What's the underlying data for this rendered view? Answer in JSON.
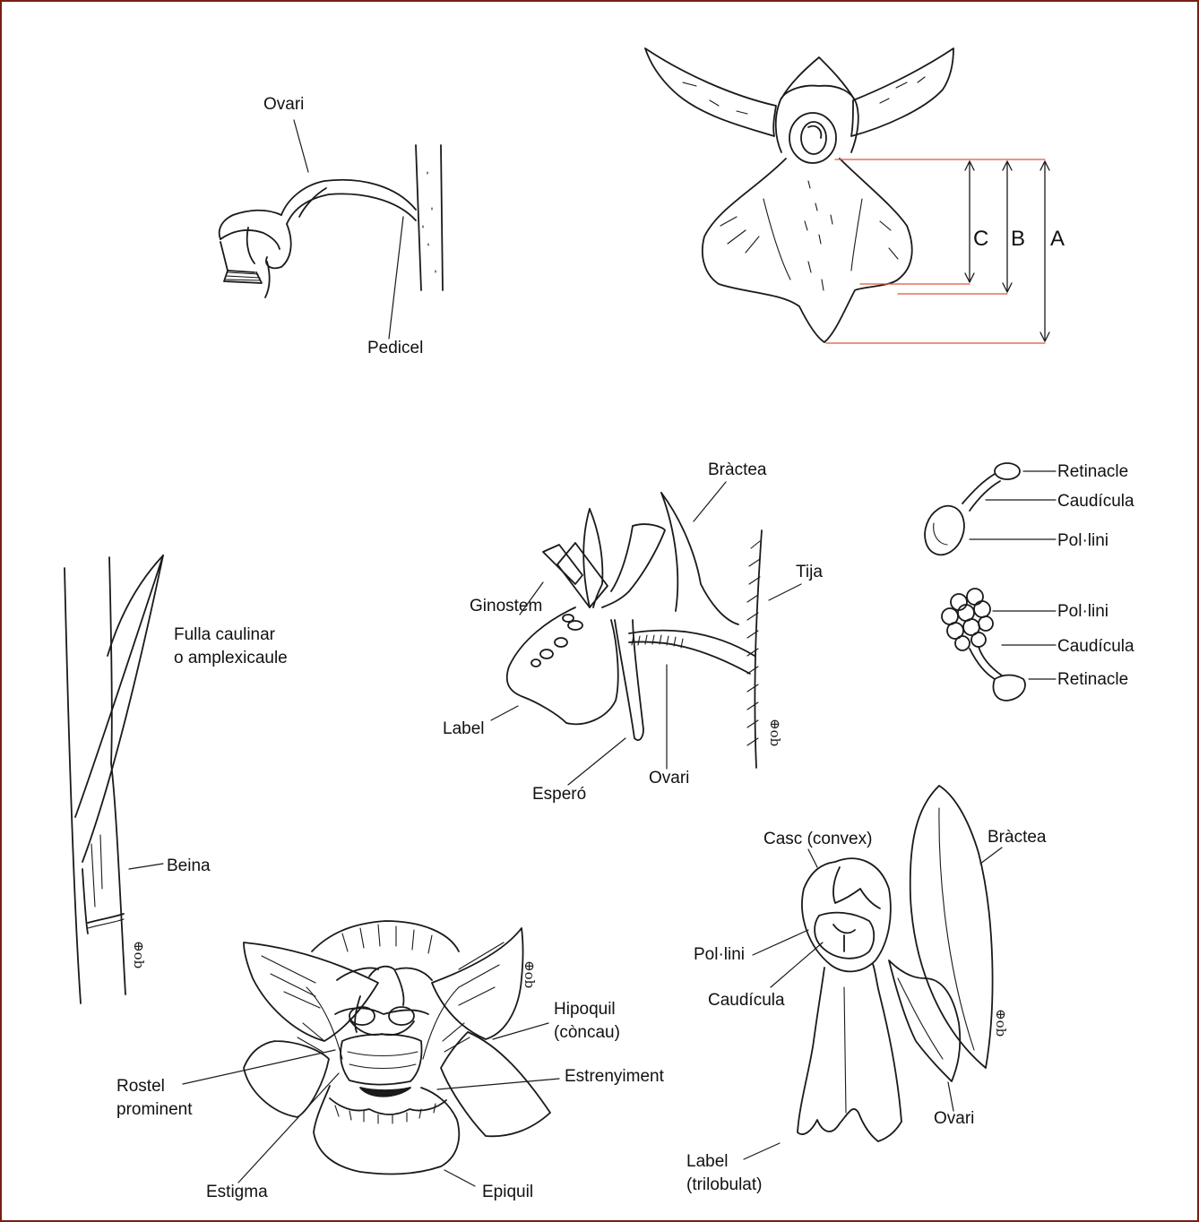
{
  "labels": {
    "ovari_1": "Ovari",
    "pedicel": "Pedicel",
    "dim_c": "C",
    "dim_b": "B",
    "dim_a": "A",
    "bractea_1": "Bràctea",
    "retinacle_1": "Retinacle",
    "caudicula_1": "Caudícula",
    "pollini_1": "Pol·lini",
    "tija": "Tija",
    "ginostem": "Ginostem",
    "pollini_2": "Pol·lini",
    "caudicula_2": "Caudícula",
    "retinacle_2": "Retinacle",
    "fulla_line1": "Fulla caulinar",
    "fulla_line2": "o amplexicaule",
    "label_1": "Label",
    "espero": "Esperó",
    "ovari_2": "Ovari",
    "casc": "Casc (convex)",
    "bractea_2": "Bràctea",
    "beina": "Beina",
    "pollini_3": "Pol·lini",
    "caudicula_3": "Caudícula",
    "hipoquil_line1": "Hipoquil",
    "hipoquil_line2": "(còncau)",
    "estrenyiment": "Estrenyiment",
    "rostel_line1": "Rostel",
    "rostel_line2": "prominent",
    "ovari_3": "Ovari",
    "label_tri_line1": "Label",
    "label_tri_line2": "(trilobulat)",
    "estigma": "Estigma",
    "epiquil": "Epiquil"
  },
  "signature": "⊕ob",
  "colors": {
    "border": "#7a1f12",
    "dimension_lines": "#e0553a",
    "ink": "#1a1a1a"
  }
}
